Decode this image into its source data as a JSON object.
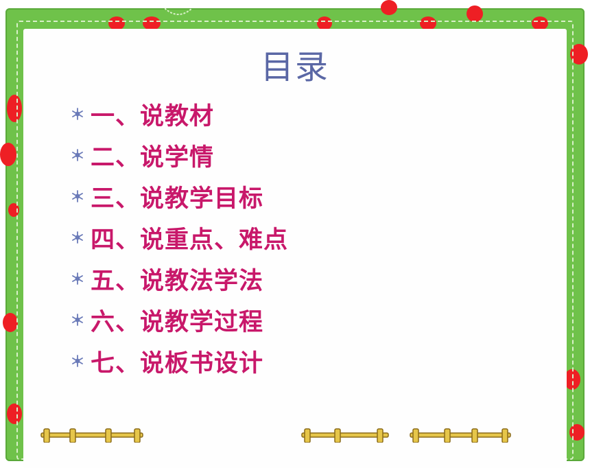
{
  "title": "目录",
  "toc_items": [
    "一、说教材",
    "二、说学情",
    "三、说教学目标",
    "四、说重点、难点",
    "五、说教法学法",
    "六、说教学过程",
    "七、说板书设计"
  ],
  "icons": {
    "bullet": "snowflake-icon"
  },
  "colors": {
    "frame": "#6fc24a",
    "dot": "#ee1f24",
    "title": "#5a67a5",
    "item_text": "#c8186a",
    "bullet": "#6a7ab8",
    "fence": "#e6c64a"
  }
}
